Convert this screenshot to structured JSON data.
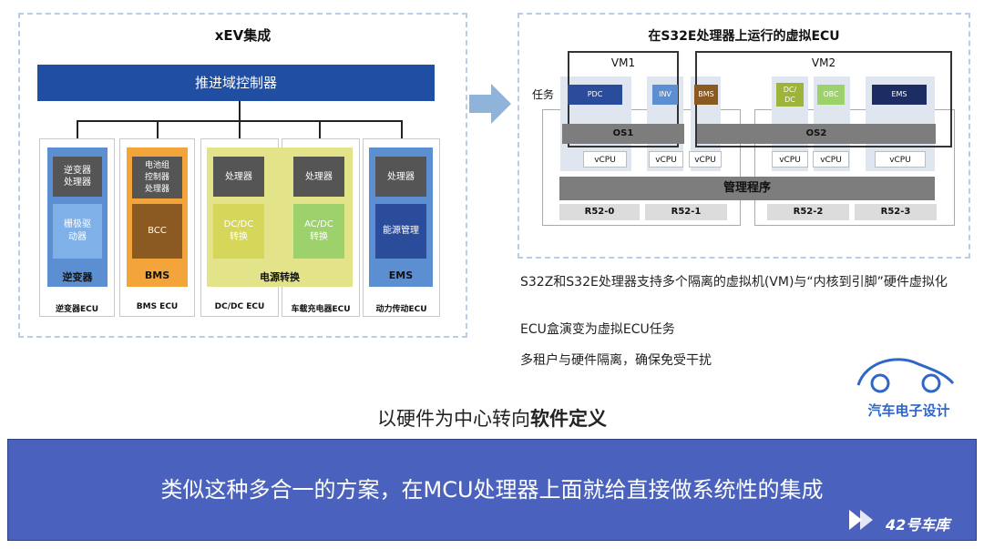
{
  "left": {
    "title": "xEV集成",
    "domain_controller": "推进域控制器",
    "ecus": [
      {
        "top1": "逆变器\n处理器",
        "mid": "栅极驱\n动器",
        "name": "逆变器",
        "ecu": "逆变器ECU"
      },
      {
        "top1": "电池组\n控制器\n处理器",
        "mid": "BCC",
        "name": "BMS",
        "ecu": "BMS ECU"
      },
      {
        "top1": "处理器",
        "mid": "DC/DC\n转换",
        "ecu": "DC/DC ECU"
      },
      {
        "top1": "处理器",
        "mid": "AC/DC\n转换",
        "ecu": "车载充电器ECU"
      },
      {
        "top1": "处理器",
        "mid": "能源管理",
        "name": "EMS",
        "ecu": "动力传动ECU"
      }
    ],
    "power_conversion": "电源转换"
  },
  "right": {
    "title": "在S32E处理器上运行的虚拟ECU",
    "vm1": "VM1",
    "vm2": "VM2",
    "tasks_label": "任务",
    "tasks": [
      "PDC",
      "INV",
      "BMS",
      "DC/\nDC",
      "OBC",
      "EMS"
    ],
    "os1": "OS1",
    "os2": "OS2",
    "vcpu": "vCPU",
    "hypervisor": "管理程序",
    "cores": [
      "R52-0",
      "R52-1",
      "R52-2",
      "R52-3"
    ]
  },
  "bullets": [
    "S32Z和S32E处理器支持多个隔离的虚拟机(VM)与“内核到引脚”硬件虚拟化",
    "ECU盒演变为虚拟ECU任务",
    "多租户与硬件隔离，确保免受干扰"
  ],
  "bottom_title_prefix": "以硬件为中心转向",
  "bottom_title_bold": "软件定义",
  "banner_text": "类似这种多合一的方案，在MCU处理器上面就给直接做系统性的集成",
  "watermark1": "汽车电子设计",
  "watermark2": "42号车库",
  "colors": {
    "domain_blue": "#1f4ea3",
    "inverter_blue": "#5b8fd1",
    "bms_orange": "#f3a43a",
    "bms_brown": "#8a5a22",
    "power_yellow": "#e3e48a",
    "power_green": "#9dd16c",
    "ems_navy": "#2a4c9a",
    "banner": "#4a62bd"
  }
}
